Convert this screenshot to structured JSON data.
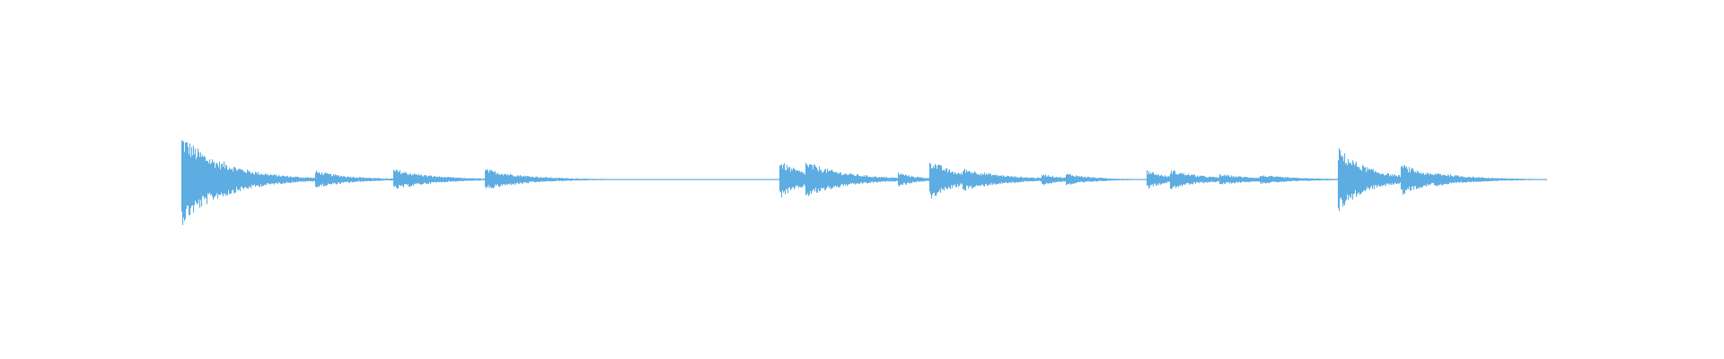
{
  "waveform": {
    "color": "#5dade2",
    "background": "#ffffff",
    "bursts": [
      {
        "start": 0.0,
        "peak": 1.0,
        "decay": 0.03
      },
      {
        "start": 0.03,
        "peak": 0.4,
        "decay": 0.03
      },
      {
        "start": 0.098,
        "peak": 0.2,
        "decay": 0.025
      },
      {
        "start": 0.155,
        "peak": 0.24,
        "decay": 0.028
      },
      {
        "start": 0.222,
        "peak": 0.24,
        "decay": 0.03
      },
      {
        "start": 0.438,
        "peak": 0.42,
        "decay": 0.02
      },
      {
        "start": 0.457,
        "peak": 0.4,
        "decay": 0.03
      },
      {
        "start": 0.525,
        "peak": 0.16,
        "decay": 0.015
      },
      {
        "start": 0.548,
        "peak": 0.46,
        "decay": 0.02
      },
      {
        "start": 0.572,
        "peak": 0.26,
        "decay": 0.03
      },
      {
        "start": 0.63,
        "peak": 0.14,
        "decay": 0.015
      },
      {
        "start": 0.648,
        "peak": 0.14,
        "decay": 0.02
      },
      {
        "start": 0.707,
        "peak": 0.22,
        "decay": 0.015
      },
      {
        "start": 0.724,
        "peak": 0.22,
        "decay": 0.025
      },
      {
        "start": 0.76,
        "peak": 0.12,
        "decay": 0.03
      },
      {
        "start": 0.79,
        "peak": 0.1,
        "decay": 0.03
      },
      {
        "start": 0.847,
        "peak": 0.72,
        "decay": 0.022
      },
      {
        "start": 0.867,
        "peak": 0.18,
        "decay": 0.02
      },
      {
        "start": 0.893,
        "peak": 0.36,
        "decay": 0.022
      },
      {
        "start": 0.918,
        "peak": 0.16,
        "decay": 0.03
      }
    ]
  }
}
